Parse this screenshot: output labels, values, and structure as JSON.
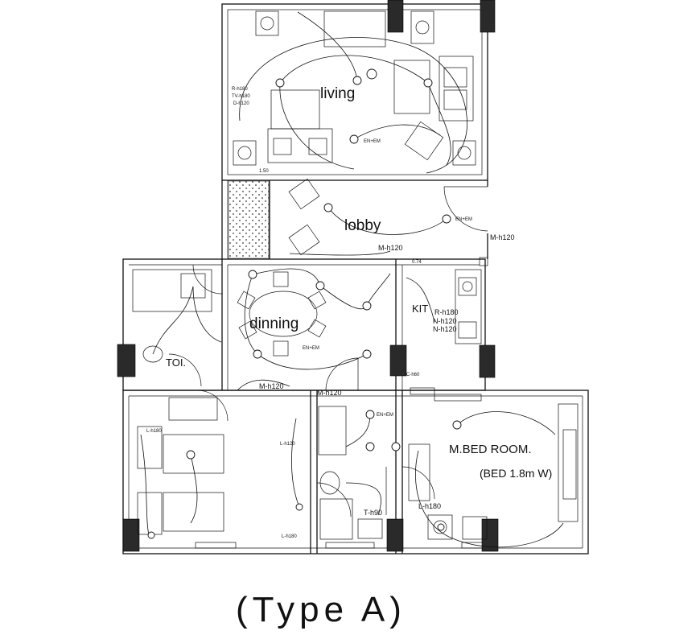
{
  "rooms": {
    "living": "living",
    "lobby": "lobby",
    "dinning": "dinning",
    "kit": "KIT",
    "toi": "TOI.",
    "mbed": "M.BED ROOM.",
    "bed_size": "(BED 1.8m   W)"
  },
  "labels": {
    "m_h120_lobby": "M-h120",
    "m_h120_right": "M-h120",
    "m_h120_mid": "M-h120",
    "m_h120_bath": "M-h120",
    "dim_074": "0.74",
    "r_h180": "R-h180",
    "n_h120_a": "N-h120",
    "n_h120_b": "N-h120",
    "t_h90": "T-h90",
    "l_h180": "L-h180",
    "in_em_living": "EN+EM",
    "in_em_lobby": "EN+EM",
    "in_em_dining": "EN+EM",
    "in_em_bath": "EN+EM",
    "r_h180_living": "R-h180",
    "tv_h180": "TV-h180",
    "d_h120": "D-h120",
    "dim_150": "1.50",
    "sm1": "L-h180",
    "sm2": "L-h180",
    "sm3": "L-h120",
    "sm4": "C-h60"
  },
  "caption": "(Type A)"
}
